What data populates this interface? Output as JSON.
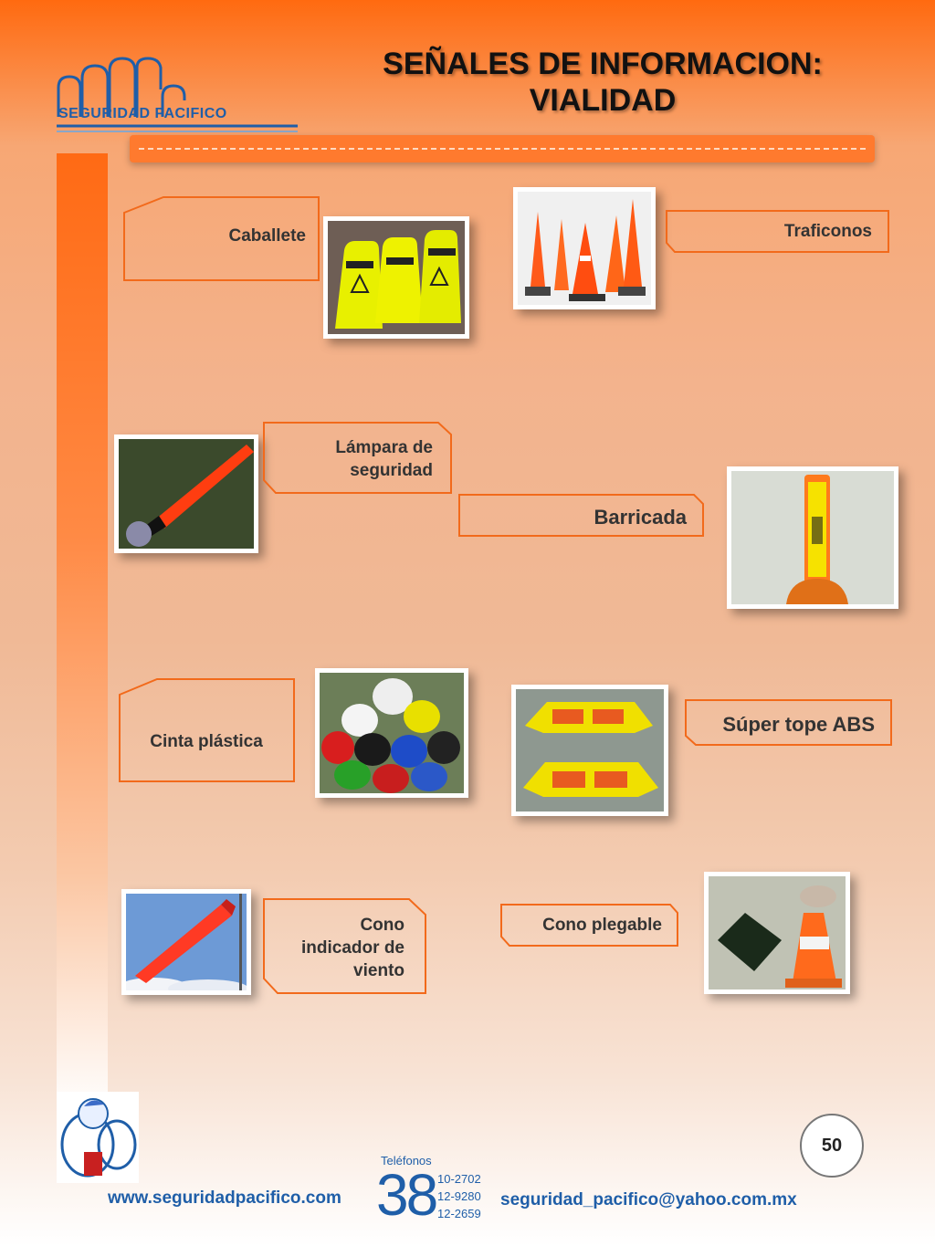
{
  "header": {
    "logo_text": "SEGURIDAD PACIFICO",
    "title_line1": "SEÑALES DE INFORMACION:",
    "title_line2": "VIALIDAD"
  },
  "items": {
    "caballete": "Caballete",
    "traficonos": "Traficonos",
    "lampara_line1": "Lámpara de",
    "lampara_line2": "seguridad",
    "barricada": "Barricada",
    "cinta": "Cinta plástica",
    "super_tope": "Súper tope ABS",
    "cono_viento_line1": "Cono",
    "cono_viento_line2": "indicador de",
    "cono_viento_line3": "viento",
    "cono_plegable": "Cono plegable"
  },
  "footer": {
    "page_number": "50",
    "telefonos_label": "Teléfonos",
    "area_code": "38",
    "phones": [
      "10-2702",
      "12-9280",
      "12-2659"
    ],
    "website": "www.seguridadpacifico.com",
    "email": "seguridad_pacifico@yahoo.com.mx"
  },
  "colors": {
    "accent_orange": "#f26a1b",
    "brand_blue": "#1f5ea8"
  }
}
